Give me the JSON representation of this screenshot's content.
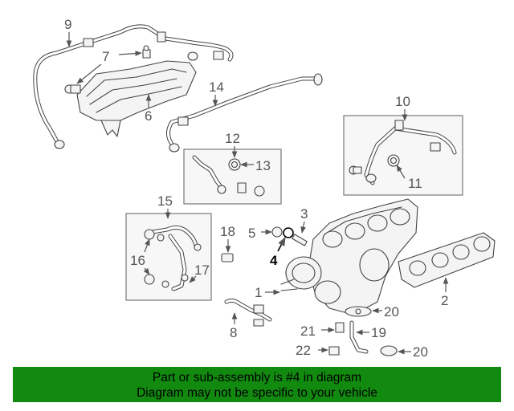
{
  "diagram": {
    "callouts": [
      "9",
      "7",
      "6",
      "14",
      "10",
      "12",
      "13",
      "11",
      "15",
      "18",
      "5",
      "3",
      "4",
      "16",
      "17",
      "1",
      "2",
      "8",
      "20",
      "21",
      "19",
      "22",
      "20"
    ],
    "highlighted_callout": "4"
  },
  "banner": {
    "line1": "Part or sub-assembly is #4 in diagram",
    "line2": "Diagram may not be specific to your vehicle",
    "background": "#128a10"
  }
}
